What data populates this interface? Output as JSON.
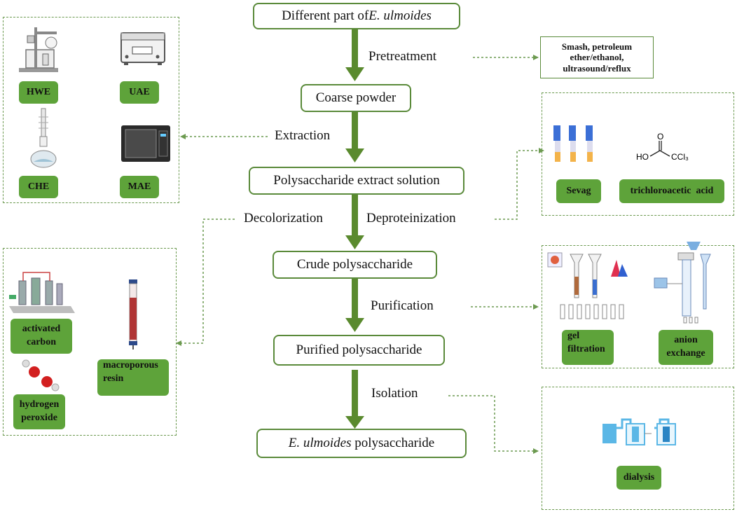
{
  "steps": {
    "s1_pre": "Different part of ",
    "s1_em": "E. ulmoides",
    "s2": "Coarse powder",
    "s3": "Polysaccharide extract solution",
    "s4": "Crude polysaccharide",
    "s5": "Purified polysaccharide",
    "s6_em": "E. ulmoides",
    "s6_post": " polysaccharide"
  },
  "processes": {
    "pretreatment": "Pretreatment",
    "extraction": "Extraction",
    "decolorization": "Decolorization",
    "deproteinization": "Deproteinization",
    "purification": "Purification",
    "isolation": "Isolation"
  },
  "pretreatment_note": {
    "line1": "Smash, petroleum",
    "line2": "ether/ethanol,",
    "line3": "ultrasound/reflux"
  },
  "extraction_methods": [
    "HWE",
    "UAE",
    "CHE",
    "MAE"
  ],
  "decolorization_methods": {
    "activated_carbon_1": "activated",
    "activated_carbon_2": "carbon",
    "hydrogen_peroxide_1": "hydrogen",
    "hydrogen_peroxide_2": "peroxide",
    "macroporous_resin_1": "macroporous",
    "macroporous_resin_2": "resin"
  },
  "deproteinization_methods": {
    "sevag": "Sevag",
    "tca": "trichloroacetic  acid",
    "tca_formula_ho": "HO",
    "tca_formula_o": "O",
    "tca_formula_ccl3": "CCl₃"
  },
  "purification_methods": {
    "gel_1": "gel",
    "gel_2": "filtration",
    "anion_1": "anion",
    "anion_2": "exchange"
  },
  "isolation_methods": {
    "dialysis": "dialysis"
  },
  "colors": {
    "arrow_green": "#5a8a2e",
    "button_green": "#5ea33a",
    "box_border": "#5a8a3a",
    "dashed": "#6c9a50"
  }
}
